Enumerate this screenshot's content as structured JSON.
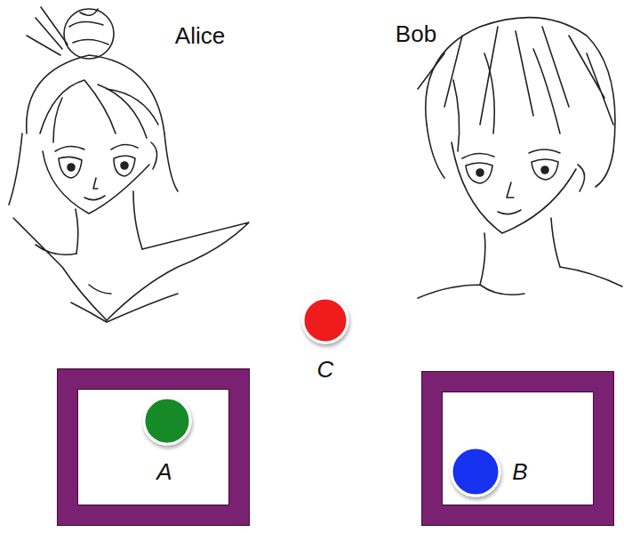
{
  "diagram": {
    "nodes": [
      {
        "text": [
          "A"
        ]
      },
      {
        "text": [
          "B"
        ]
      }
    ],
    "labels": [
      "Alice",
      "Bob",
      "C"
    ]
  }
}
